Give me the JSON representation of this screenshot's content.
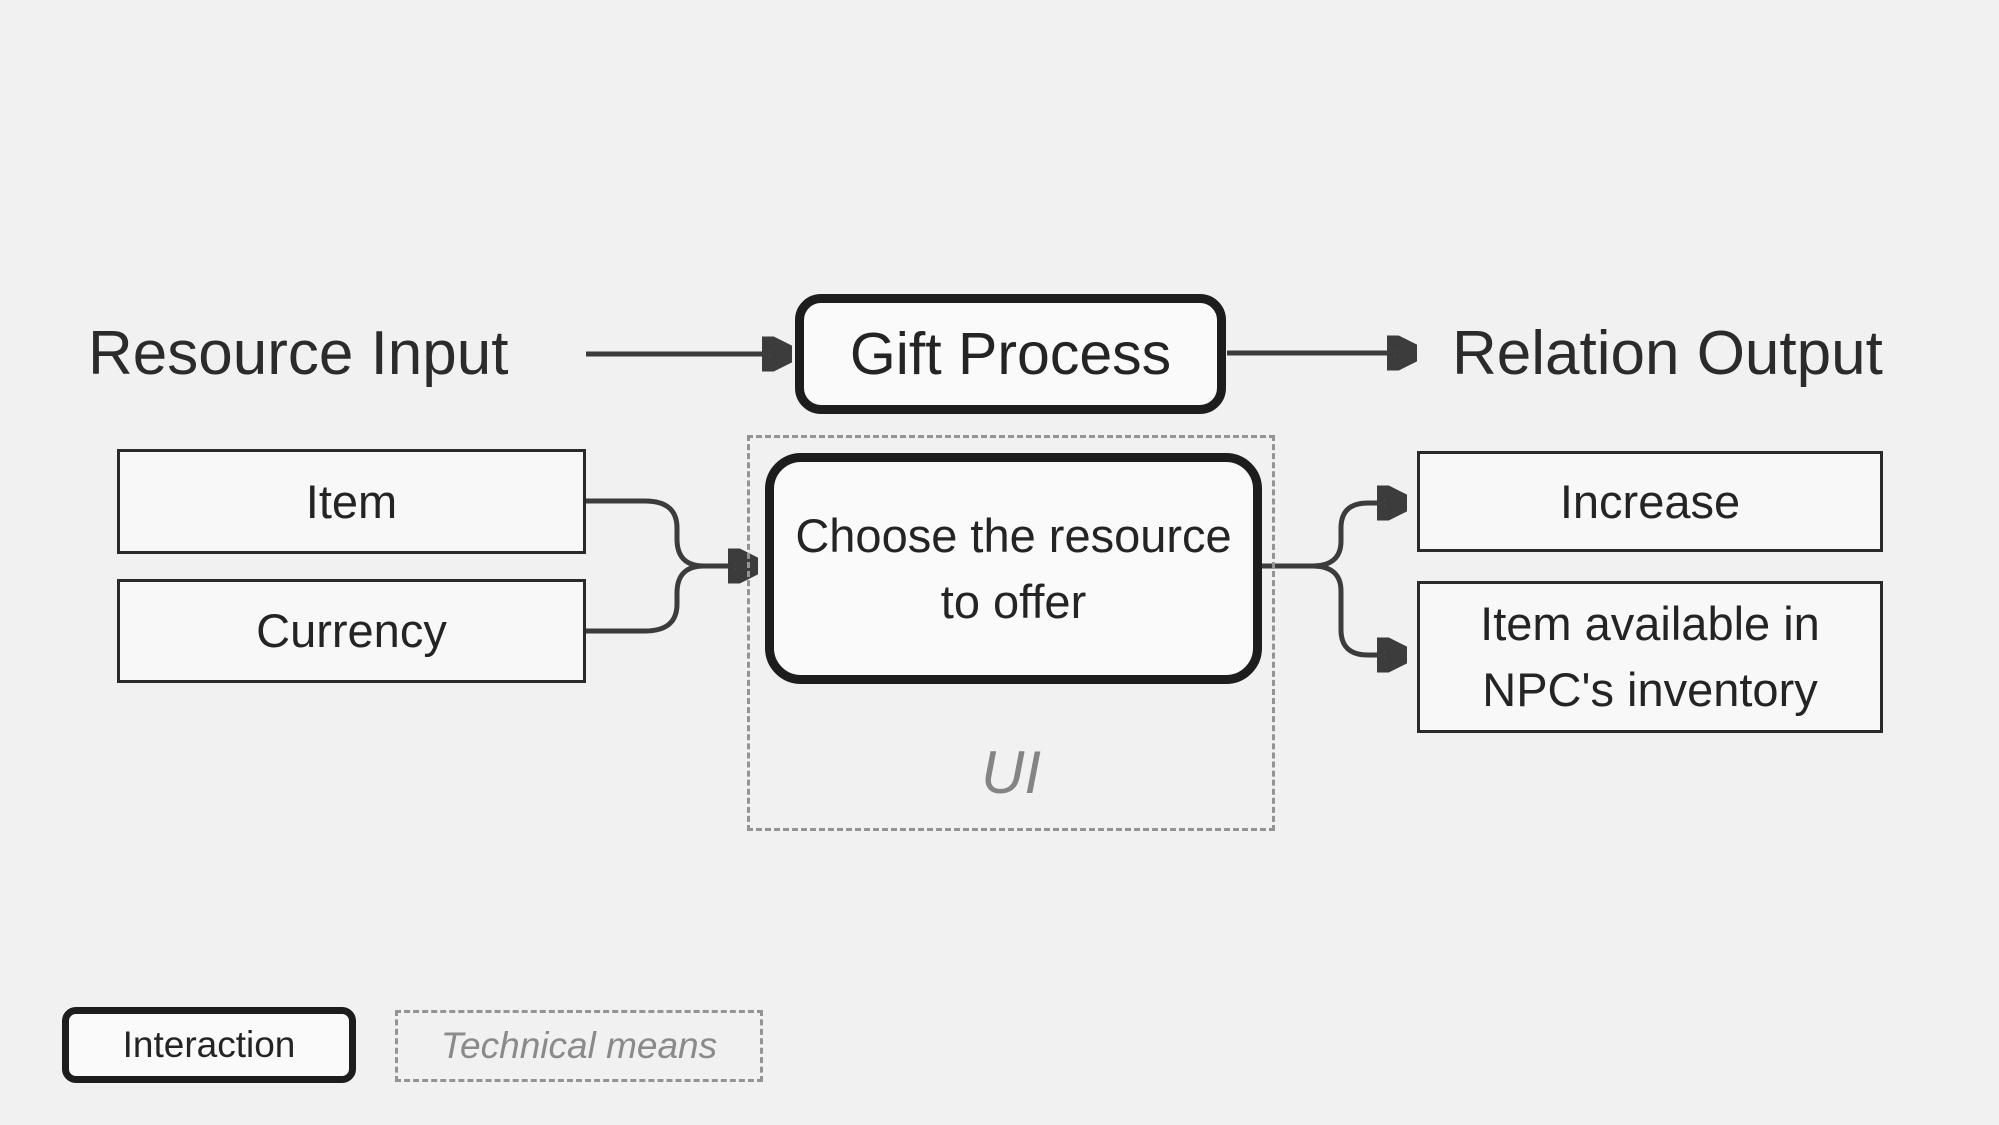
{
  "colors": {
    "background": "#f1f1f1",
    "node_fill": "#fafafa",
    "border_strong": "#1d1d1d",
    "border_thin": "#2a2a2a",
    "connector": "#3c3c3c",
    "dashed_border": "#949494",
    "text_dark": "#2b2b2b",
    "text_muted": "#848484"
  },
  "flow_header": {
    "input_label": "Resource Input",
    "process_label": "Gift Process",
    "output_label": "Relation Output"
  },
  "resource_inputs": [
    {
      "label": "Item"
    },
    {
      "label": "Currency"
    }
  ],
  "process_detail": {
    "action_lines": [
      "Choose the resource",
      "to offer"
    ],
    "container_label": "UI"
  },
  "relation_outputs": [
    {
      "label": "Increase"
    },
    {
      "lines": [
        "Item available in",
        "NPC's inventory"
      ]
    }
  ],
  "legend": {
    "interaction_label": "Interaction",
    "technical_label": "Technical means"
  }
}
